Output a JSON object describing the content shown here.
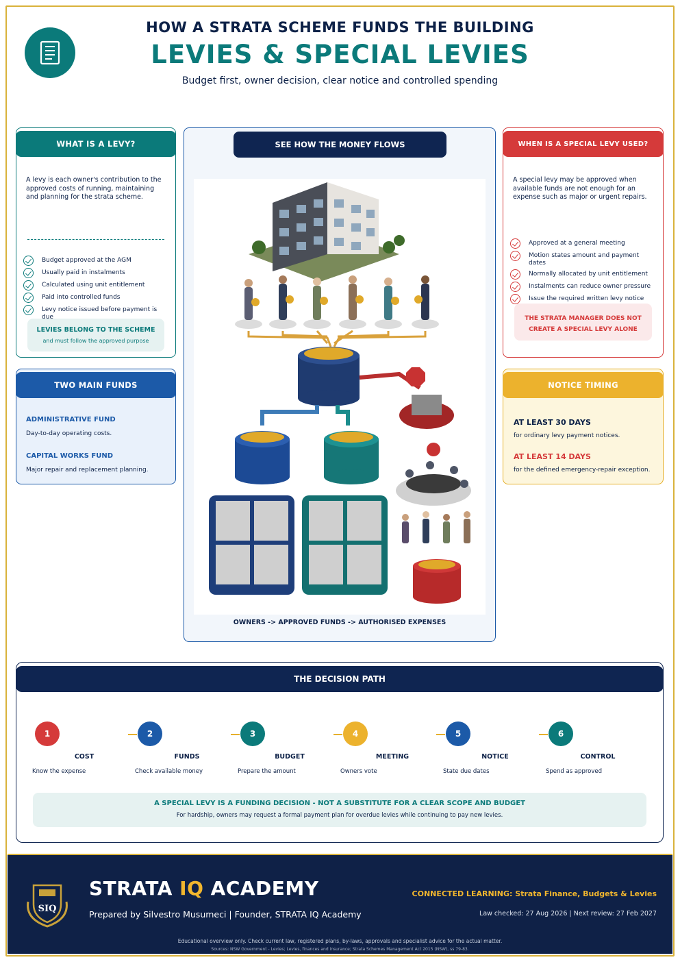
{
  "header": {
    "eyebrow": "HOW A STRATA SCHEME FUNDS THE BUILDING",
    "title": "LEVIES & SPECIAL LEVIES",
    "subtitle": "Budget first, owner decision, clear notice and controlled spending"
  },
  "levy_card": {
    "title": "WHAT IS A LEVY?",
    "body": "A levy is each owner's contribution to the approved costs of running, maintaining and planning for the strata scheme.",
    "checks": [
      "Budget approved at the AGM",
      "Usually paid in instalments",
      "Calculated using unit entitlement",
      "Paid into controlled funds",
      "Levy notice issued before payment is due"
    ],
    "note_title": "LEVIES BELONG TO THE SCHEME",
    "note_sub": "and must follow the approved purpose"
  },
  "funds_card": {
    "title": "TWO MAIN FUNDS",
    "fund1_title": "ADMINISTRATIVE FUND",
    "fund1_desc": "Day-to-day operating costs.",
    "fund2_title": "CAPITAL WORKS FUND",
    "fund2_desc": "Major repair and replacement planning."
  },
  "special_card": {
    "title": "WHEN IS A SPECIAL LEVY USED?",
    "body": "A special levy may be approved when available funds are not enough for an expense such as major or urgent repairs.",
    "checks": [
      "Approved at a general meeting",
      "Motion states amount and payment dates",
      "Normally allocated by unit entitlement",
      "Instalments can reduce owner pressure",
      "Issue the required written levy notice"
    ],
    "note_line1": "THE STRATA MANAGER DOES NOT",
    "note_line2": "CREATE A SPECIAL LEVY ALONE"
  },
  "notice_card": {
    "title": "NOTICE TIMING",
    "item1_title": "AT LEAST 30 DAYS",
    "item1_desc": "for ordinary levy payment notices.",
    "item2_title": "AT LEAST 14 DAYS",
    "item2_desc": "for the defined emergency-repair exception."
  },
  "center": {
    "title": "SEE HOW THE MONEY FLOWS",
    "footer": "OWNERS -> APPROVED FUNDS -> AUTHORISED EXPENSES"
  },
  "decision_path": {
    "title": "THE DECISION PATH",
    "steps": [
      {
        "num": "1",
        "title": "COST",
        "desc": "Know the expense",
        "color": "#d53a3a"
      },
      {
        "num": "2",
        "title": "FUNDS",
        "desc": "Check available money",
        "color": "#1c5aa8"
      },
      {
        "num": "3",
        "title": "BUDGET",
        "desc": "Prepare the amount",
        "color": "#0b7a7a"
      },
      {
        "num": "4",
        "title": "MEETING",
        "desc": "Owners vote",
        "color": "#ecb22d"
      },
      {
        "num": "5",
        "title": "NOTICE",
        "desc": "State due dates",
        "color": "#1c5aa8"
      },
      {
        "num": "6",
        "title": "CONTROL",
        "desc": "Spend as approved",
        "color": "#0b7a7a"
      }
    ],
    "note_title": "A SPECIAL LEVY IS A FUNDING DECISION - NOT A SUBSTITUTE FOR A CLEAR SCOPE AND BUDGET",
    "note_sub": "For hardship, owners may request a formal payment plan for overdue levies while continuing to pay new levies."
  },
  "footer": {
    "brand_part1": "STRATA ",
    "brand_part2": "IQ",
    "brand_part3": " ACADEMY",
    "prepared": "Prepared by Silvestro Musumeci | Founder, STRATA IQ Academy",
    "connected": "CONNECTED LEARNING: Strata Finance, Budgets & Levies",
    "law_checked": "Law checked: 27 Aug 2026 | Next review: 27 Feb 2027",
    "disclaimer": "Educational overview only. Check current law, registered plans, by-laws, approvals and specialist advice for the actual matter.",
    "sources": "Sources: NSW Government - Levies; Levies, finances and insurance; Strata Schemes Management Act 2015 (NSW), ss 79-83.",
    "crest_text": "SIQ"
  },
  "icons": {
    "logo": "document-icon",
    "check": "check-circle-icon",
    "crest": "shield-crest-icon",
    "illustration": "money-flow-illustration"
  },
  "colors": {
    "navy": "#0f2551",
    "teal": "#0b7a7a",
    "blue": "#1c5aa8",
    "red": "#d53a3a",
    "gold": "#ecb22d"
  }
}
